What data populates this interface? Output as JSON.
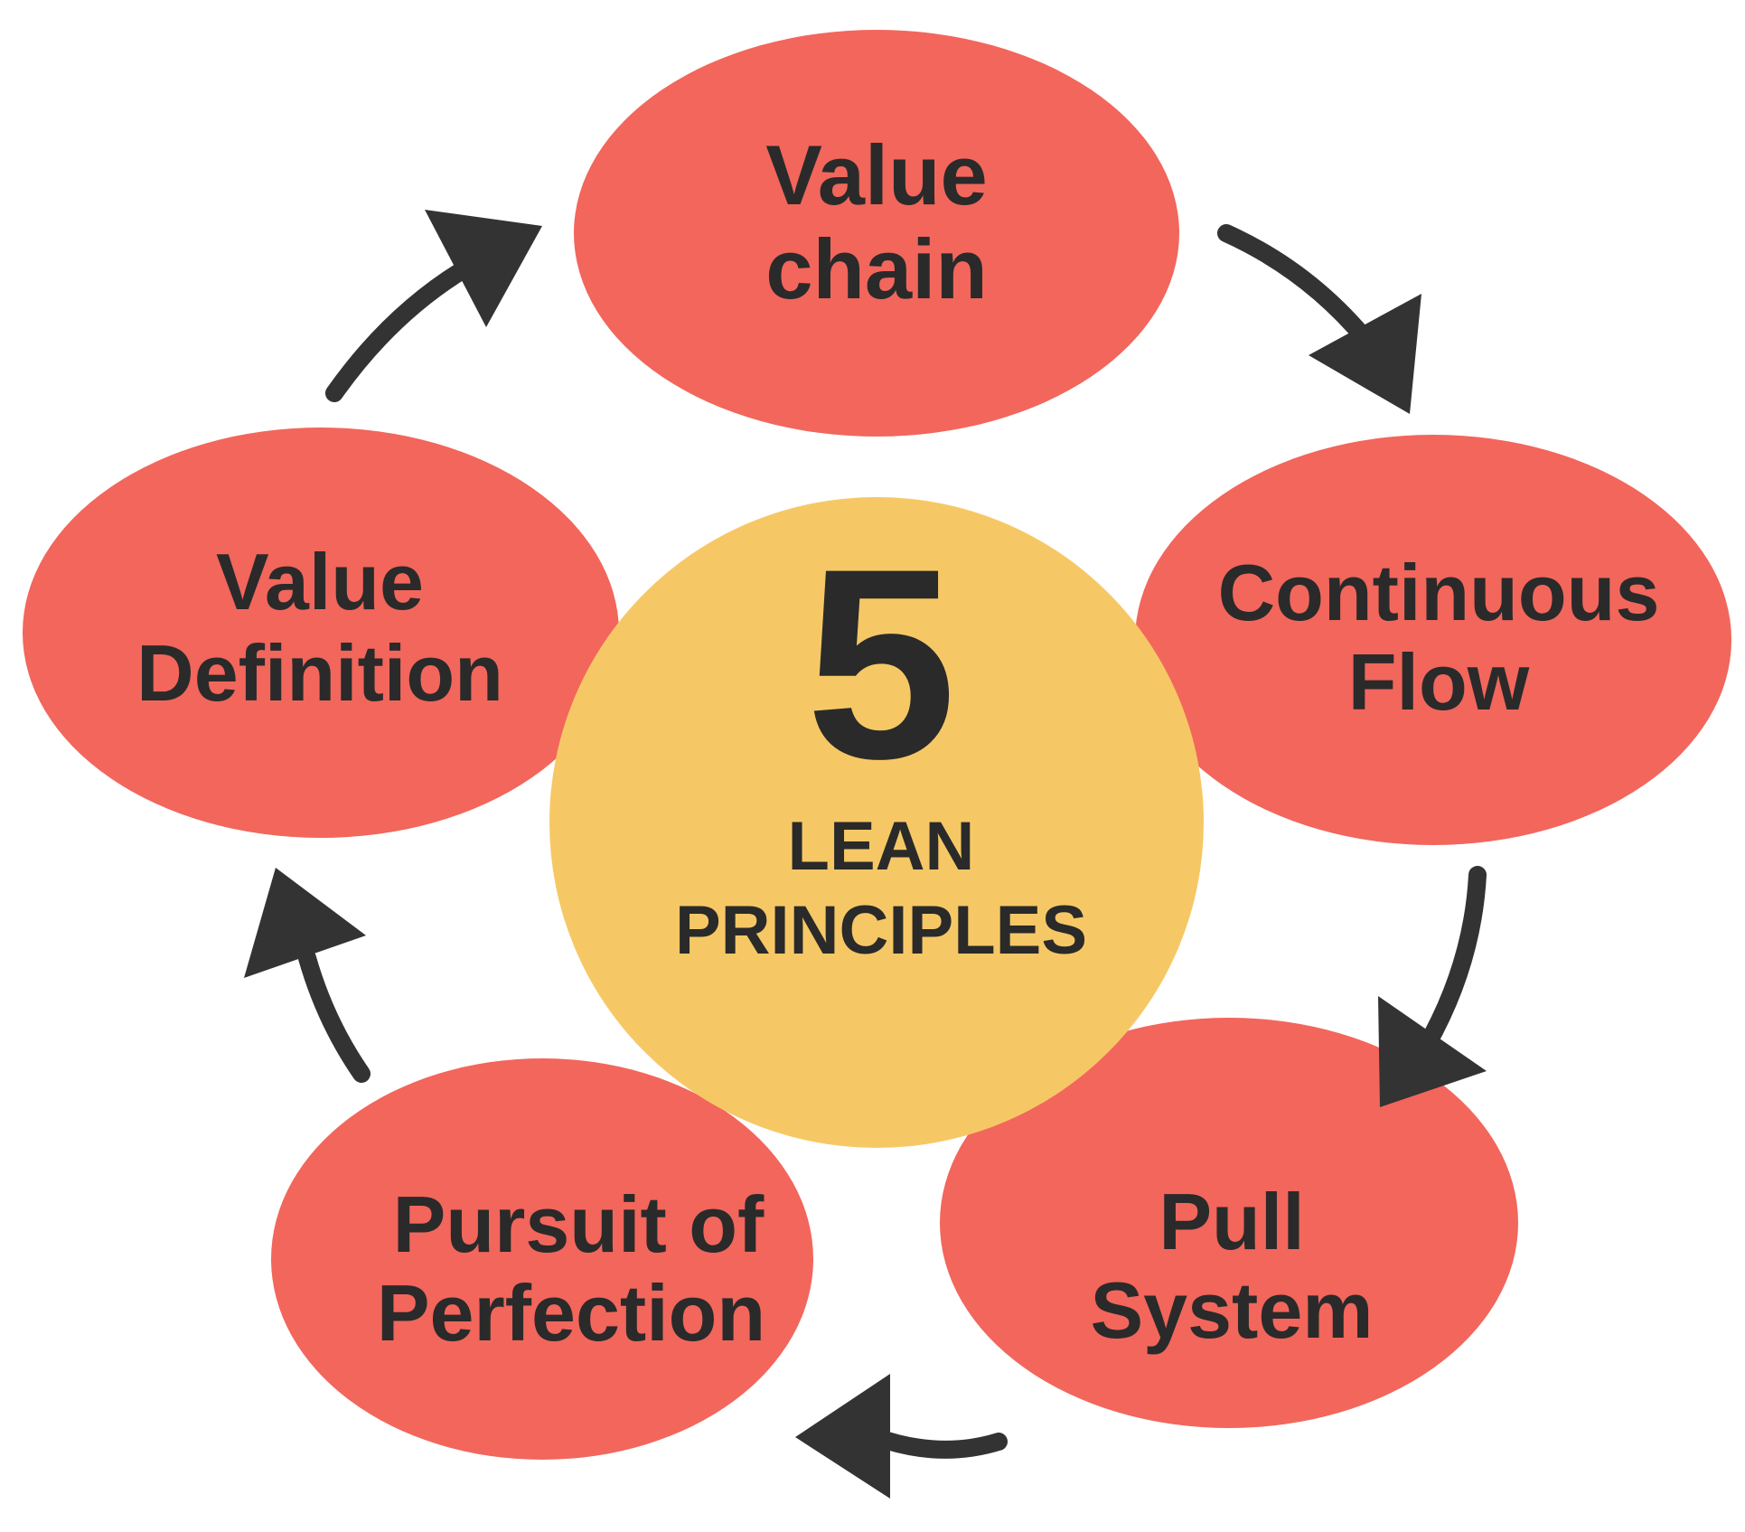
{
  "colors": {
    "node_fill": "#f2665c",
    "center_fill": "#f6c865",
    "arrow": "#333333",
    "text": "#2a2a2a"
  },
  "center": {
    "number": "5",
    "line1": "LEAN",
    "line2": "PRINCIPLES"
  },
  "nodes": {
    "value_chain": {
      "line1": "Value",
      "line2": "chain"
    },
    "continuous_flow": {
      "line1": "Continuous",
      "line2": "Flow"
    },
    "pull_system": {
      "line1": "Pull",
      "line2": "System"
    },
    "pursuit_perfection": {
      "line1": "Pursuit of",
      "line2": "Perfection"
    },
    "value_definition": {
      "line1": "Value",
      "line2": "Definition"
    }
  },
  "cycle_order": [
    "Value chain",
    "Continuous Flow",
    "Pull System",
    "Pursuit of Perfection",
    "Value Definition"
  ]
}
